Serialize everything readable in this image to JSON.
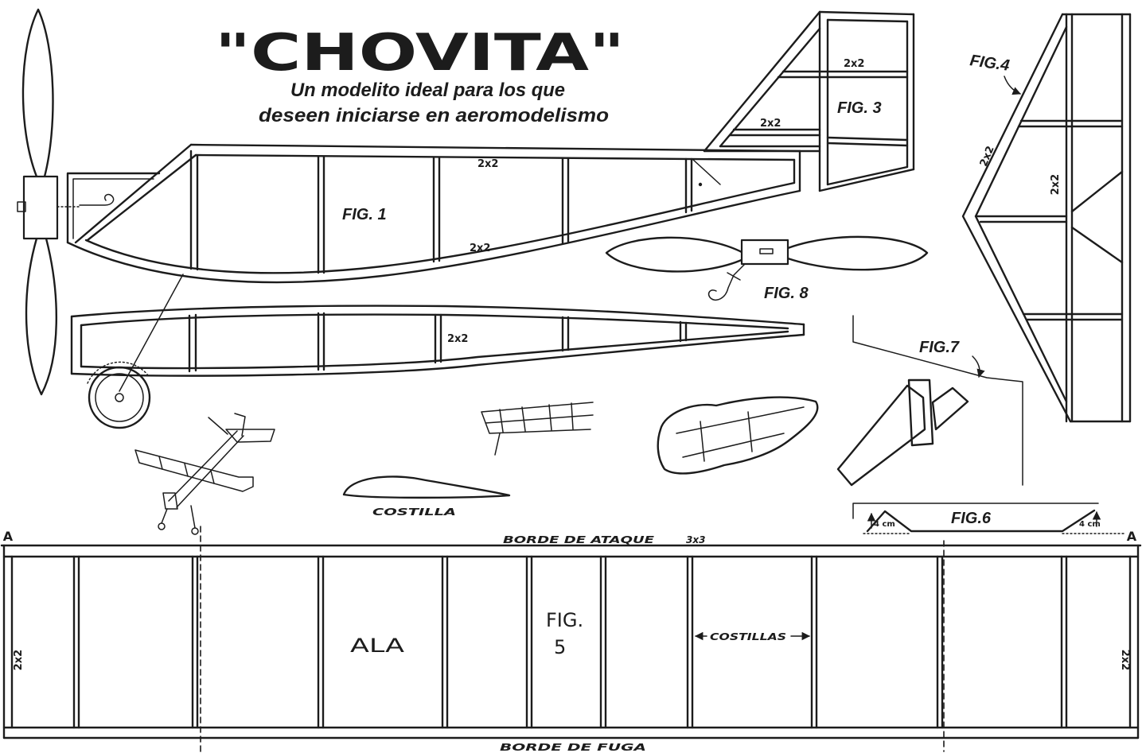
{
  "title": "\"CHOVITA\"",
  "subtitle": {
    "line1": "Un modelito ideal para los que",
    "line2": "deseen iniciarse en aeromodelismo"
  },
  "fig1": {
    "label": "FIG. 1",
    "top_longeron": "2x2",
    "bottom_longeron": "2x2"
  },
  "fuselage_plan": {
    "section": "2x2"
  },
  "fig3": {
    "label": "FIG. 3",
    "upper_rib": "2x2",
    "lower_rib": "2x2"
  },
  "fig4": {
    "label": "FIG.4",
    "edge": "2x2",
    "spar": "2x2"
  },
  "fig5": {
    "fig": "FIG.",
    "number": "5",
    "name": "ALA",
    "ribs": "COSTILLAS",
    "leading_edge": "BORDE DE ATAQUE",
    "leading_edge_size": "3x3",
    "trailing_edge": "BORDE DE FUGA",
    "left_tip": "2x2",
    "right_tip": "2x2",
    "section_left": "A",
    "section_right": "A"
  },
  "fig6": {
    "label": "FIG.6",
    "left_rise": "4 cm",
    "right_rise": "4 cm"
  },
  "fig7": {
    "label": "FIG.7"
  },
  "fig8": {
    "label": "FIG. 8"
  },
  "rib": {
    "label": "COSTILLA"
  },
  "colors": {
    "ink": "#1c1c1c",
    "paper": "#ffffff"
  }
}
